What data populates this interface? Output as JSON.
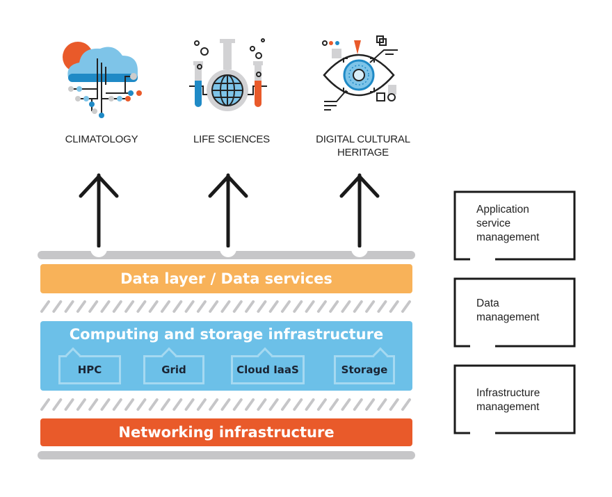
{
  "domains": [
    {
      "label": "CLIMATOLOGY",
      "icon": "cloud-network-icon"
    },
    {
      "label": "LIFE SCIENCES",
      "icon": "lab-flask-globe-icon"
    },
    {
      "label_line1": "DIGITAL CULTURAL",
      "label_line2": "HERITAGE",
      "icon": "eye-scan-icon"
    }
  ],
  "layers": {
    "data": {
      "label": "Data layer / Data services",
      "color": "#f8b259"
    },
    "computing": {
      "label": "Computing and storage infrastructure",
      "color": "#6cc0e8",
      "components": [
        "HPC",
        "Grid",
        "Cloud IaaS",
        "Storage"
      ]
    },
    "networking": {
      "label": "Networking infrastructure",
      "color": "#e95a2a"
    }
  },
  "management": [
    {
      "line1": "Application",
      "line2": "service",
      "line3": "management"
    },
    {
      "line1": "Data",
      "line2": "management"
    },
    {
      "line1": "Infrastructure",
      "line2": "management"
    }
  ],
  "colors": {
    "rail": "#c6c6c8",
    "hatch": "#c6c6c8",
    "orange": "#e95a2a",
    "lightblue": "#6cc0e8",
    "darkblue": "#1f8ac6",
    "ink": "#222222"
  }
}
